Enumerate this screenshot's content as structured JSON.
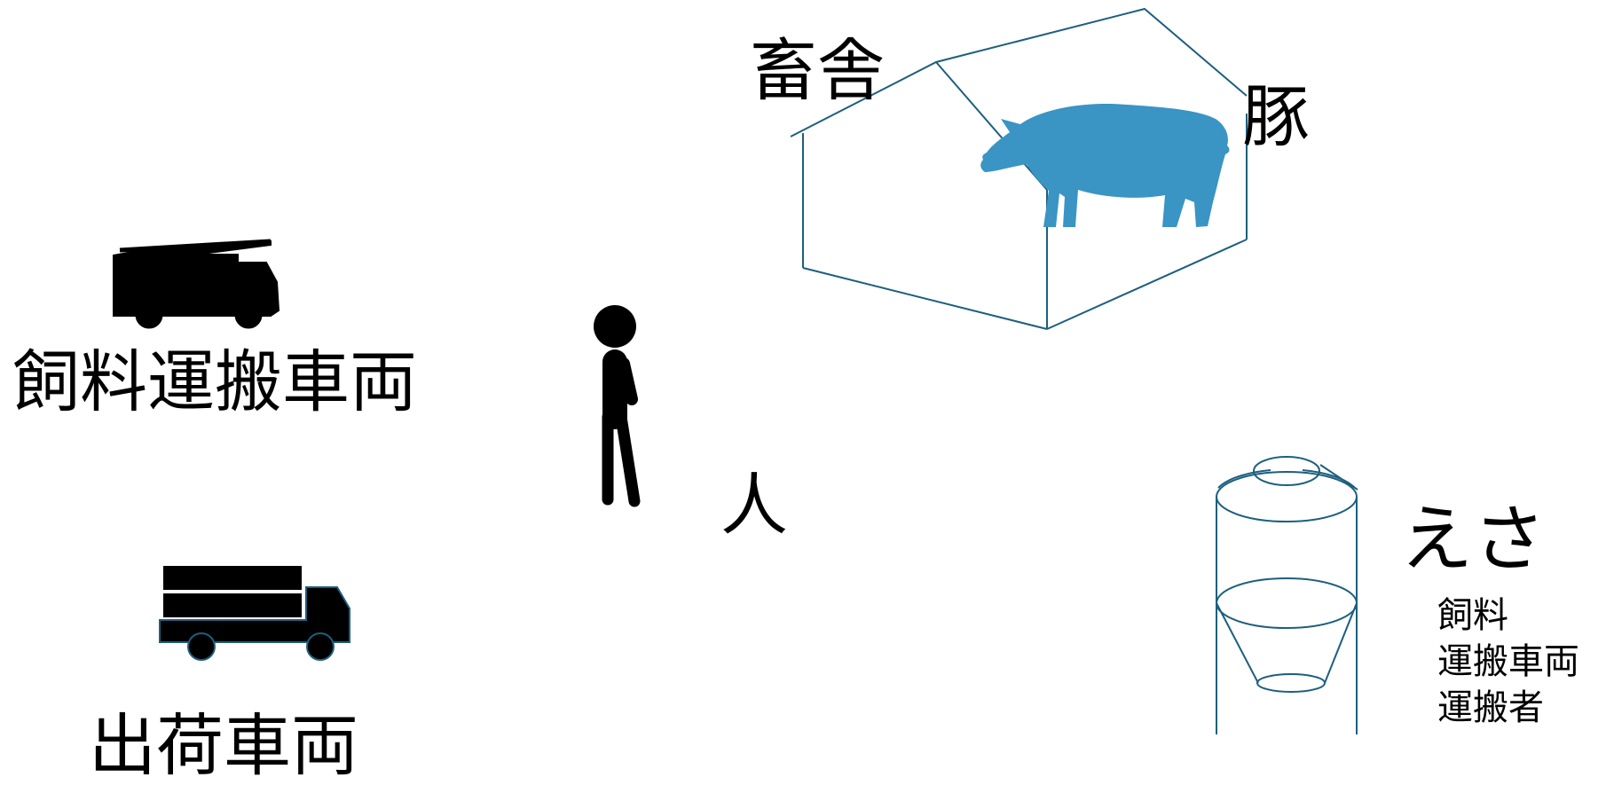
{
  "labels": {
    "barn": "畜舎",
    "pig": "豚",
    "feed_vehicle": "飼料運搬車両",
    "person": "人",
    "shipping_vehicle": "出荷車両",
    "feed": "えさ"
  },
  "feed_sublist": [
    "飼料",
    "運搬車両",
    "運搬者"
  ],
  "colors": {
    "outline": "#1d5f7e",
    "pig": "#3a94c4",
    "silhouette": "#000000"
  },
  "icons": [
    "house-outline",
    "pig-silhouette",
    "crane-truck-icon",
    "truck-icon",
    "person-icon",
    "silo-icon"
  ]
}
